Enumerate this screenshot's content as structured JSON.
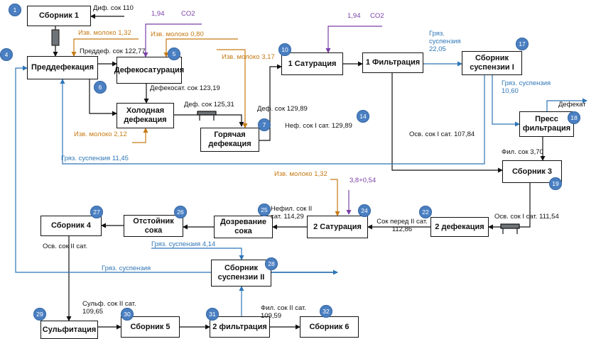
{
  "units": {
    "u1": {
      "label": "Сборник 1",
      "num": "1"
    },
    "u4": {
      "label": "Преддефекация",
      "num": "4"
    },
    "u5": {
      "label": "Дефекосатурация",
      "num": "5"
    },
    "u6": {
      "label": "Холодная дефекация",
      "num": "6"
    },
    "u7": {
      "label": "Горячая дефекация",
      "num": "7"
    },
    "u10": {
      "label": "1 Сатурация",
      "num": "10"
    },
    "u14": {
      "label": "1 Фильтрация",
      "num": "14"
    },
    "u17": {
      "label": "Сборник суспензии I",
      "num": "17"
    },
    "u18": {
      "label": "Пресс фильтрация",
      "num": "18"
    },
    "u19": {
      "label": "Сборник 3",
      "num": "19"
    },
    "u22": {
      "label": "2 дефекация",
      "num": "22"
    },
    "u24": {
      "label": "2 Сатурация",
      "num": "24"
    },
    "u25": {
      "label": "Дозревание сока",
      "num": "25"
    },
    "u26": {
      "label": "Отстойник сока",
      "num": "26"
    },
    "u27": {
      "label": "Сборник 4",
      "num": "27"
    },
    "u28": {
      "label": "Сборник суспензии II",
      "num": "28"
    },
    "u29": {
      "label": "Сульфитация",
      "num": "29"
    },
    "u30": {
      "label": "Сборник 5",
      "num": "30"
    },
    "u31": {
      "label": "2 фильтрация",
      "num": "31"
    },
    "u32": {
      "label": "Сборник 6",
      "num": "32"
    }
  },
  "flows": {
    "dif_sok": "Диф. сок 110",
    "co2_a_val": "1,94",
    "co2_a": "CO2",
    "izv_132_top": "Изв. молоко 1,32",
    "izv_080": "Изв. молоко 0,80",
    "preddef_sok": "Преддеф. сок 122,77",
    "izv_317": "Изв. молоко 3,17",
    "co2_b_val": "1,94",
    "co2_b": "CO2",
    "gryaz_2205": "Гряз. суспензия 22,05",
    "gryaz_1060": "Гряз. суспензия 10,60",
    "defekat": "Дефекат",
    "defekosat_sok": "Дефекосат. сок 123,19",
    "def_sok_12531": "Деф. сок 125,31",
    "def_sok_12989": "Деф. сок 129,89",
    "nef_sok": "Неф. сок I сат. 129,89",
    "izv_212": "Изв. молоко 2,12",
    "osv_sok_i_10784": "Осв. сок I сат. 107,84",
    "fil_sok": "Фил. сок 3,70",
    "gryaz_1145": "Гряз. суспензия 11,45",
    "izv_132_mid": "Изв. молоко 1,32",
    "sat_038": "3,8+0,54",
    "nefil_sok": "Нефил. сок II сат. 114,29",
    "sok_pered": "Сок перед II сат. 112,86",
    "osv_sok_i_11154": "Осв. сок I сат. 111,54",
    "osv_sok_ii": "Осв. сок II сат.",
    "gryaz_414": "Гряз. суспензия 4,14",
    "gryaz_plain": "Гряз. суспензия",
    "sulf_sok": "Сульф. сок II сат. 109,65",
    "fil_sok_ii": "Фил. сок II сат. 109,59"
  },
  "colors": {
    "main": "#111111",
    "lime_milk": "#c67a14",
    "co2": "#7a3fa6",
    "suspension": "#2e75b6",
    "badge": "#4a7fc1"
  }
}
